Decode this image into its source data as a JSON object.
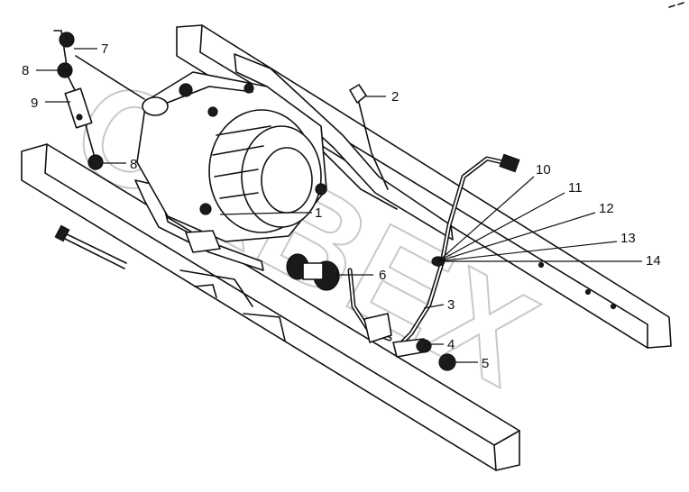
{
  "callouts": [
    {
      "id": "c1",
      "label": "1"
    },
    {
      "id": "c2",
      "label": "2"
    },
    {
      "id": "c3",
      "label": "3"
    },
    {
      "id": "c4",
      "label": "4"
    },
    {
      "id": "c5",
      "label": "5"
    },
    {
      "id": "c6",
      "label": "6"
    },
    {
      "id": "c7",
      "label": "7"
    },
    {
      "id": "c8a",
      "label": "8"
    },
    {
      "id": "c8b",
      "label": "8"
    },
    {
      "id": "c9",
      "label": "9"
    },
    {
      "id": "c10",
      "label": "10"
    },
    {
      "id": "c11",
      "label": "11"
    },
    {
      "id": "c12",
      "label": "12"
    },
    {
      "id": "c13",
      "label": "13"
    },
    {
      "id": "c14",
      "label": "14"
    }
  ],
  "watermark": {
    "text": "ORBEX"
  },
  "colors": {
    "line": "#111111",
    "watermark": "#c8c8c8",
    "background": "#ffffff"
  }
}
